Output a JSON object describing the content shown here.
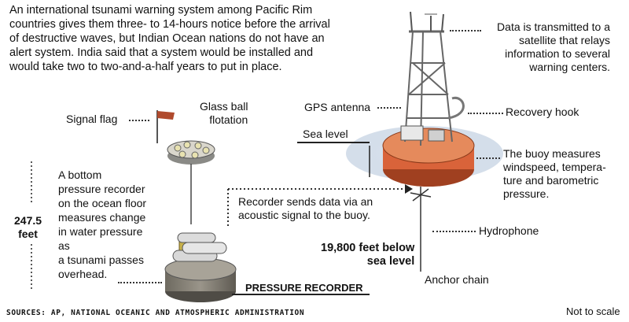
{
  "intro": {
    "lines": [
      "An international tsunami warning system among Pacific Rim",
      "countries gives them three- to 14-hours notice before the arrival",
      "of destructive waves, but Indian Ocean nations do not have an",
      "alert system. India said that a system would be installed and",
      "would take two to two-and-a-half years to put in place."
    ]
  },
  "labels": {
    "signal_flag": "Signal flag",
    "glass_ball": [
      "Glass ball",
      "flotation"
    ],
    "bottom_recorder_desc": [
      "A bottom",
      "pressure recorder",
      "on the ocean floor",
      "measures change",
      "in water pressure",
      "as",
      "a tsunami passes",
      "overhead."
    ],
    "depth_small": [
      "247.5",
      "feet"
    ],
    "pressure_recorder": "PRESSURE RECORDER",
    "recorder_sends": [
      "Recorder sends data via an",
      "acoustic signal to the buoy."
    ],
    "depth_large": [
      "19,800 feet below",
      "sea level"
    ],
    "data_transmitted": [
      "Data is transmitted to a",
      "satellite that relays",
      "information to several",
      "warning centers."
    ],
    "gps_antenna": "GPS antenna",
    "recovery_hook": "Recovery hook",
    "sea_level": "Sea level",
    "buoy_measures": [
      "The buoy measures",
      "windspeed, tempera-",
      "ture and barometric",
      "pressure."
    ],
    "hydrophone": "Hydrophone",
    "anchor_chain": "Anchor chain"
  },
  "footer": {
    "sources": "SOURCES: AP, NATIONAL OCEANIC AND ATMOSPHERIC ADMINISTRATION",
    "scale": "Not to scale"
  },
  "colors": {
    "buoy_orange": "#d9633a",
    "metal": "#c8c8c8",
    "sea": "#c9d6e6",
    "text": "#111111"
  }
}
